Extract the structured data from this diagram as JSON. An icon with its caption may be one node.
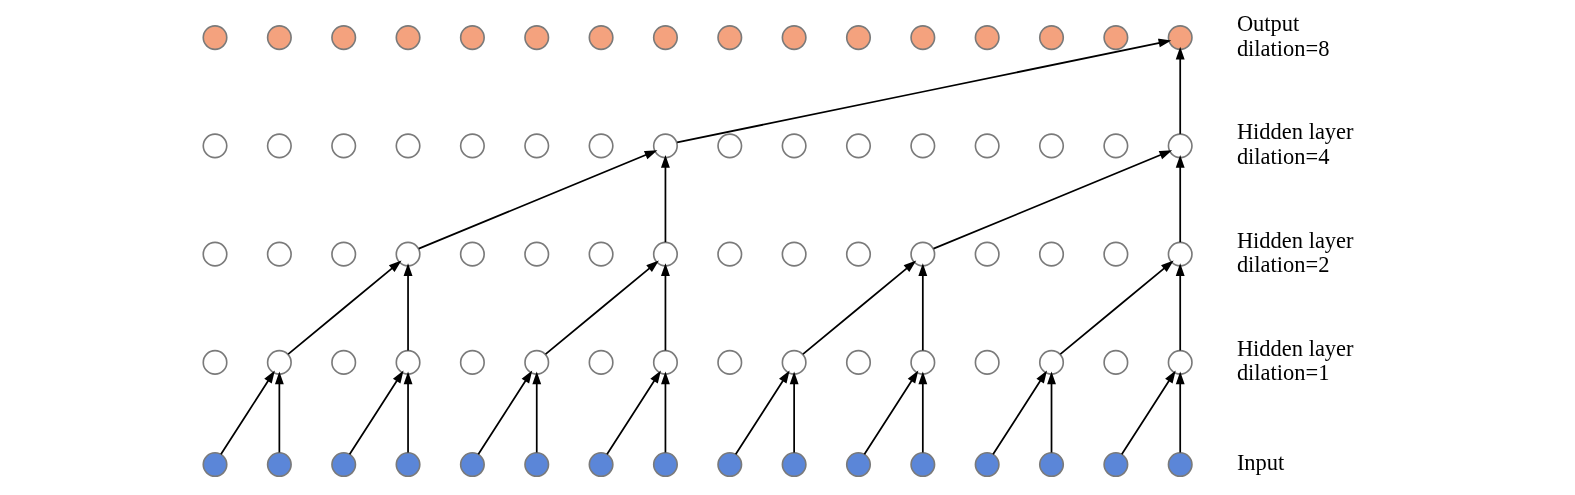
{
  "diagram": {
    "nodes": [
      {
        "text": [],
        "shape": "circle"
      },
      {
        "text": [],
        "shape": "circle"
      },
      {
        "text": [],
        "shape": "circle"
      },
      {
        "text": [],
        "shape": "circle"
      },
      {
        "text": [],
        "shape": "circle"
      },
      {
        "text": [],
        "shape": "circle"
      },
      {
        "text": [],
        "shape": "circle"
      },
      {
        "text": [],
        "shape": "circle"
      },
      {
        "text": [],
        "shape": "circle"
      },
      {
        "text": [],
        "shape": "circle"
      },
      {
        "text": [],
        "shape": "circle"
      },
      {
        "text": [],
        "shape": "circle"
      },
      {
        "text": [],
        "shape": "circle"
      },
      {
        "text": [],
        "shape": "circle"
      },
      {
        "text": [],
        "shape": "circle"
      },
      {
        "text": [],
        "shape": "circle"
      },
      {
        "text": [],
        "shape": "circle"
      },
      {
        "text": [],
        "shape": "circle"
      },
      {
        "text": [],
        "shape": "circle"
      },
      {
        "text": [],
        "shape": "circle"
      },
      {
        "text": [],
        "shape": "circle"
      },
      {
        "text": [],
        "shape": "circle"
      },
      {
        "text": [],
        "shape": "circle"
      },
      {
        "text": [],
        "shape": "circle"
      },
      {
        "text": [],
        "shape": "circle"
      },
      {
        "text": [],
        "shape": "circle"
      },
      {
        "text": [],
        "shape": "circle"
      },
      {
        "text": [],
        "shape": "circle"
      },
      {
        "text": [],
        "shape": "circle"
      },
      {
        "text": [],
        "shape": "circle"
      },
      {
        "text": [],
        "shape": "circle"
      },
      {
        "text": [],
        "shape": "circle"
      },
      {
        "text": [],
        "shape": "circle"
      },
      {
        "text": [],
        "shape": "circle"
      },
      {
        "text": [],
        "shape": "circle"
      },
      {
        "text": [],
        "shape": "circle"
      },
      {
        "text": [],
        "shape": "circle"
      },
      {
        "text": [],
        "shape": "circle"
      },
      {
        "text": [],
        "shape": "circle"
      },
      {
        "text": [],
        "shape": "circle"
      },
      {
        "text": [],
        "shape": "circle"
      },
      {
        "text": [],
        "shape": "circle"
      },
      {
        "text": [],
        "shape": "circle"
      },
      {
        "text": [],
        "shape": "circle"
      },
      {
        "text": [],
        "shape": "circle"
      },
      {
        "text": [],
        "shape": "circle"
      },
      {
        "text": [],
        "shape": "circle"
      },
      {
        "text": [],
        "shape": "circle"
      },
      {
        "text": [],
        "shape": "circle"
      },
      {
        "text": [],
        "shape": "circle"
      },
      {
        "text": [],
        "shape": "circle"
      },
      {
        "text": [],
        "shape": "circle"
      },
      {
        "text": [],
        "shape": "circle"
      },
      {
        "text": [],
        "shape": "circle"
      },
      {
        "text": [],
        "shape": "circle"
      },
      {
        "text": [],
        "shape": "circle"
      },
      {
        "text": [],
        "shape": "circle"
      },
      {
        "text": [],
        "shape": "circle"
      },
      {
        "text": [],
        "shape": "circle"
      },
      {
        "text": [],
        "shape": "circle"
      },
      {
        "text": [],
        "shape": "circle"
      },
      {
        "text": [],
        "shape": "circle"
      },
      {
        "text": [],
        "shape": "circle"
      },
      {
        "text": [],
        "shape": "circle"
      },
      {
        "text": [],
        "shape": "circle"
      },
      {
        "text": [],
        "shape": "circle"
      },
      {
        "text": [],
        "shape": "circle"
      },
      {
        "text": [],
        "shape": "circle"
      },
      {
        "text": [],
        "shape": "circle"
      },
      {
        "text": [],
        "shape": "circle"
      },
      {
        "text": [],
        "shape": "circle"
      },
      {
        "text": [],
        "shape": "circle"
      },
      {
        "text": [],
        "shape": "circle"
      },
      {
        "text": [],
        "shape": "circle"
      },
      {
        "text": [],
        "shape": "circle"
      },
      {
        "text": [],
        "shape": "circle"
      },
      {
        "text": [],
        "shape": "circle"
      },
      {
        "text": [],
        "shape": "circle"
      },
      {
        "text": [],
        "shape": "circle"
      },
      {
        "text": [],
        "shape": "circle"
      }
    ],
    "edges": [
      {
        "from": 64,
        "to": 49,
        "arrow": "to"
      },
      {
        "from": 65,
        "to": 49,
        "arrow": "to"
      },
      {
        "from": 66,
        "to": 51,
        "arrow": "to"
      },
      {
        "from": 67,
        "to": 51,
        "arrow": "to"
      },
      {
        "from": 68,
        "to": 53,
        "arrow": "to"
      },
      {
        "from": 69,
        "to": 53,
        "arrow": "to"
      },
      {
        "from": 70,
        "to": 55,
        "arrow": "to"
      },
      {
        "from": 71,
        "to": 55,
        "arrow": "to"
      },
      {
        "from": 72,
        "to": 57,
        "arrow": "to"
      },
      {
        "from": 73,
        "to": 57,
        "arrow": "to"
      },
      {
        "from": 74,
        "to": 59,
        "arrow": "to"
      },
      {
        "from": 75,
        "to": 59,
        "arrow": "to"
      },
      {
        "from": 76,
        "to": 61,
        "arrow": "to"
      },
      {
        "from": 77,
        "to": 61,
        "arrow": "to"
      },
      {
        "from": 78,
        "to": 63,
        "arrow": "to"
      },
      {
        "from": 79,
        "to": 63,
        "arrow": "to"
      },
      {
        "from": 49,
        "to": 35,
        "arrow": "to"
      },
      {
        "from": 51,
        "to": 35,
        "arrow": "to"
      },
      {
        "from": 53,
        "to": 39,
        "arrow": "to"
      },
      {
        "from": 55,
        "to": 39,
        "arrow": "to"
      },
      {
        "from": 57,
        "to": 43,
        "arrow": "to"
      },
      {
        "from": 59,
        "to": 43,
        "arrow": "to"
      },
      {
        "from": 61,
        "to": 47,
        "arrow": "to"
      },
      {
        "from": 63,
        "to": 47,
        "arrow": "to"
      },
      {
        "from": 35,
        "to": 23,
        "arrow": "to"
      },
      {
        "from": 39,
        "to": 23,
        "arrow": "to"
      },
      {
        "from": 43,
        "to": 31,
        "arrow": "to"
      },
      {
        "from": 47,
        "to": 31,
        "arrow": "to"
      },
      {
        "from": 23,
        "to": 15,
        "arrow": "to"
      },
      {
        "from": 31,
        "to": 15,
        "arrow": "to"
      }
    ],
    "labels": [
      "Output dilation=8",
      "Hidden layer dilation=4",
      "Hidden layer dilation=2",
      "Hidden layer dilation=1",
      "Input"
    ]
  }
}
